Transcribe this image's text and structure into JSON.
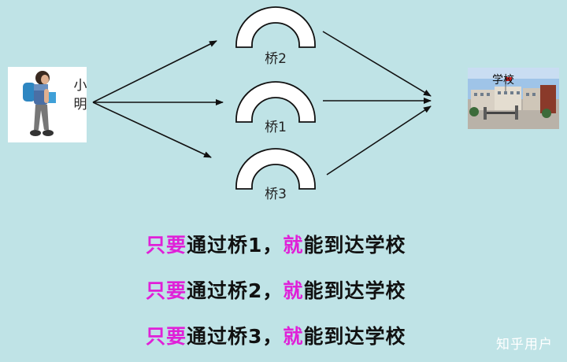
{
  "person": {
    "name": "小明"
  },
  "school": {
    "name": "学校"
  },
  "bridges": [
    {
      "label": "桥2"
    },
    {
      "label": "桥1"
    },
    {
      "label": "桥3"
    }
  ],
  "sentences": [
    {
      "kw1": "只要",
      "mid": "通过桥1，",
      "kw2": "就",
      "end": "能到达学校"
    },
    {
      "kw1": "只要",
      "mid": "通过桥2，",
      "kw2": "就",
      "end": "能到达学校"
    },
    {
      "kw1": "只要",
      "mid": "通过桥3，",
      "kw2": "就",
      "end": "能到达学校"
    }
  ],
  "watermark": "知乎用户",
  "colors": {
    "background": "#bfe3e6",
    "keyword": "#e020d8"
  }
}
